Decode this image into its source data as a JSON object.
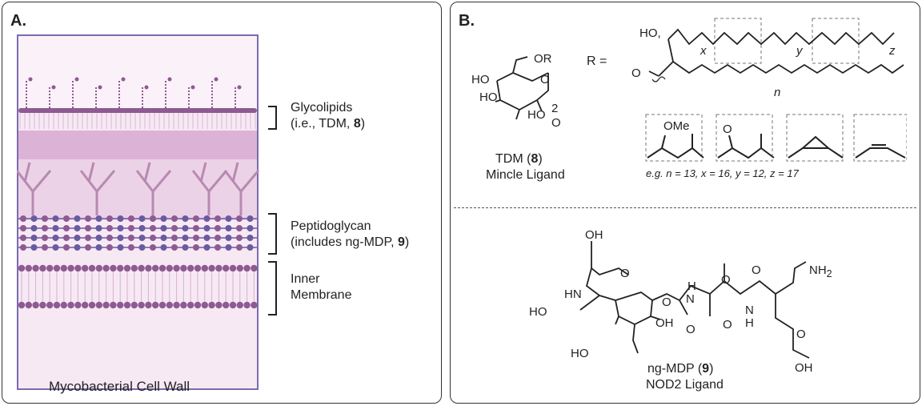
{
  "panelA": {
    "label": "A.",
    "caption": "Mycobacterial Cell Wall",
    "layers": {
      "glycolipids": [
        "Glycolipids",
        "(i.e., TDM, ",
        "8",
        ")"
      ],
      "peptidoglycan": [
        "Peptidoglycan",
        "(includes ng-MDP, ",
        "9",
        ")"
      ],
      "membrane": [
        "Inner",
        "Membrane"
      ]
    },
    "colors": {
      "lipid": "#8e5a92",
      "peptide": "#6a5aa0",
      "pink_band": "#dcb3d6",
      "background": "#f5e6f3",
      "border": "#7a6cae"
    }
  },
  "panelB": {
    "label": "B.",
    "tdm": {
      "name": "TDM (",
      "num": "8",
      "close": ")",
      "subtitle": "Mincle Ligand",
      "atoms": {
        "or": "OR",
        "ho1": "HO",
        "ho2": "HO",
        "ho3": "HO",
        "o_ring": "O",
        "o_bot": "O",
        "sub2": "2"
      },
      "r_eq": "R =",
      "r_atoms": {
        "ho": "HO,",
        "x": "x",
        "y": "y",
        "z": "z",
        "n": "n",
        "o": "O"
      },
      "motifs": {
        "ome": "OMe",
        "keto_o": "O"
      },
      "example": "e.g. n = 13, x = 16, y = 12, z = 17"
    },
    "mdp": {
      "name": "ng-MDP (",
      "num": "9",
      "close": ")",
      "subtitle": "NOD2 Ligand",
      "atoms": {
        "oh1": "OH",
        "o1": "O",
        "hn": "HN",
        "ho": "HO",
        "o2": "O",
        "oh2": "OH",
        "ho2": "HO",
        "o3": "O",
        "o4": "O",
        "nh1": "H",
        "n1": "N",
        "o5": "O",
        "n2": "N",
        "h2": "H",
        "nh2": "NH",
        "nh2_sub": "2",
        "o6": "O",
        "o7": "O",
        "oh3": "OH"
      }
    }
  }
}
